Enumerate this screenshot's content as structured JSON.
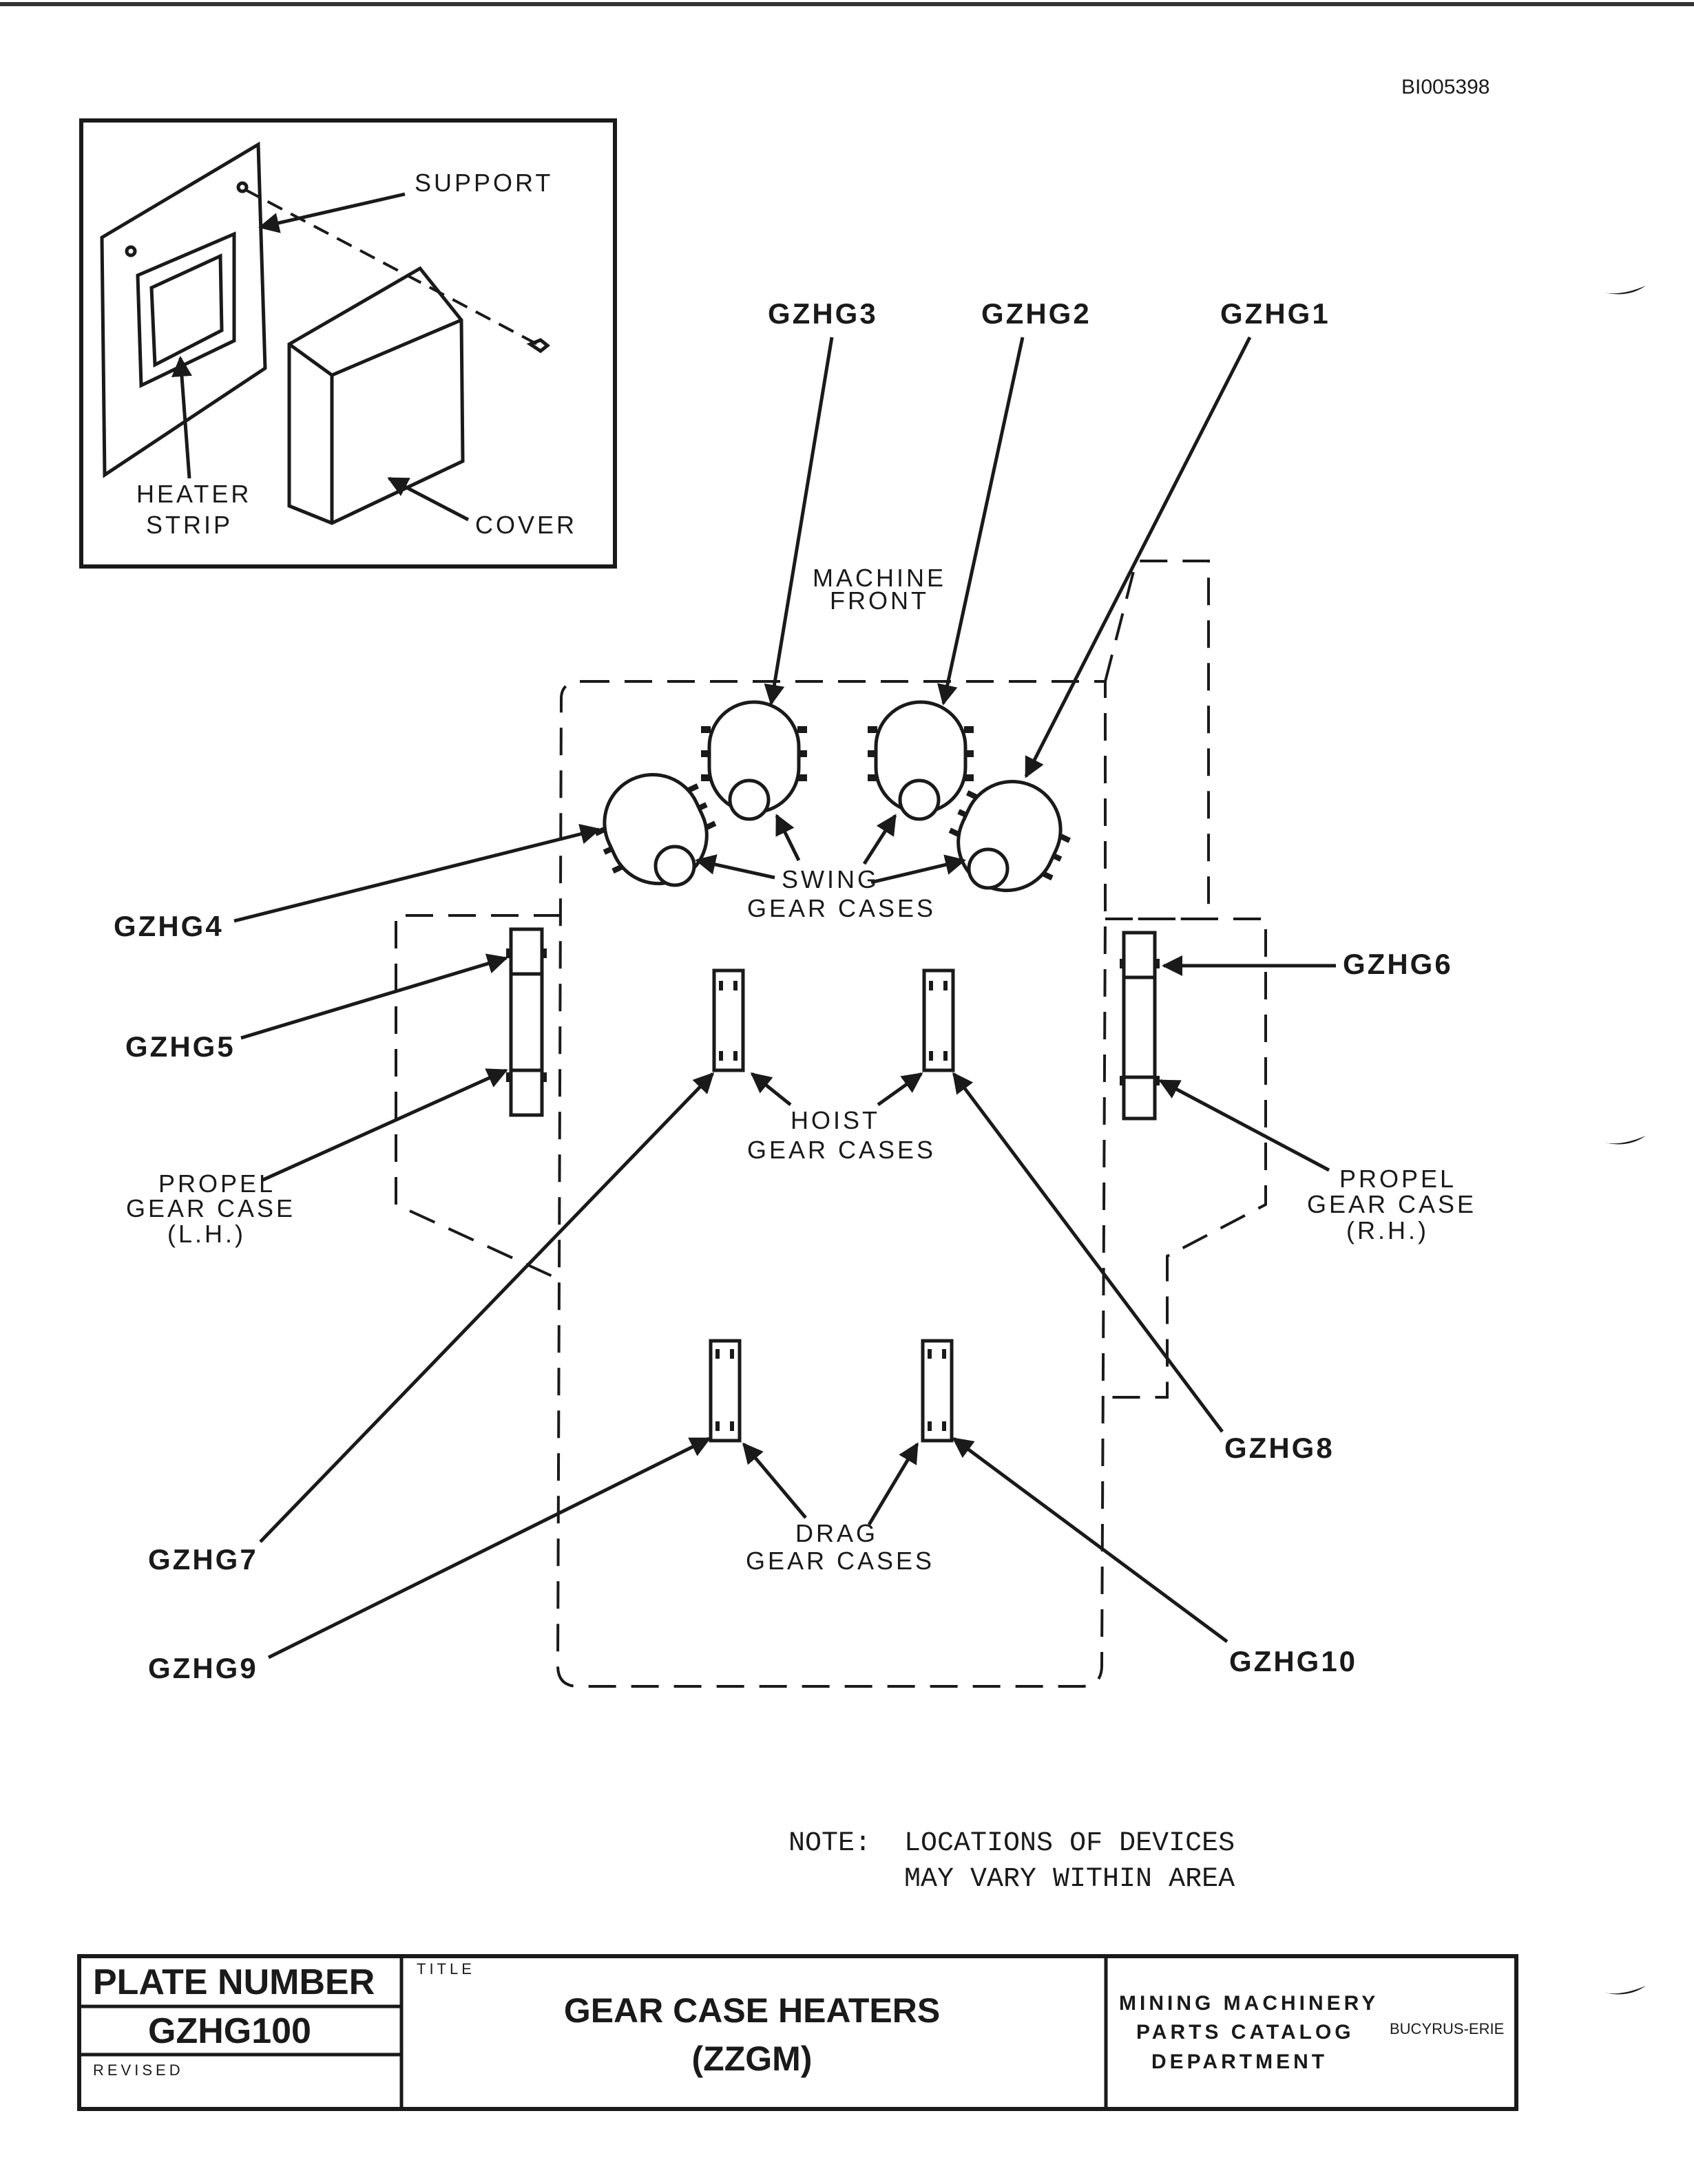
{
  "document_id": "BI005398",
  "inset": {
    "support_label": "SUPPORT",
    "heater_label_line1": "HEATER",
    "heater_label_line2": "STRIP",
    "cover_label": "COVER"
  },
  "machine_front_line1": "MACHINE",
  "machine_front_line2": "FRONT",
  "groups": {
    "swing_line1": "SWING",
    "swing_line2": "GEAR CASES",
    "hoist_line1": "HOIST",
    "hoist_line2": "GEAR CASES",
    "drag_line1": "DRAG",
    "drag_line2": "GEAR CASES",
    "propel_lh_line1": "PROPEL",
    "propel_lh_line2": "GEAR CASE",
    "propel_lh_line3": "(L.H.)",
    "propel_rh_line1": "PROPEL",
    "propel_rh_line2": "GEAR CASE",
    "propel_rh_line3": "(R.H.)"
  },
  "devices": {
    "gzhg1": "GZHG1",
    "gzhg2": "GZHG2",
    "gzhg3": "GZHG3",
    "gzhg4": "GZHG4",
    "gzhg5": "GZHG5",
    "gzhg6": "GZHG6",
    "gzhg7": "GZHG7",
    "gzhg8": "GZHG8",
    "gzhg9": "GZHG9",
    "gzhg10": "GZHG10"
  },
  "note_line1": "NOTE:  LOCATIONS OF DEVICES",
  "note_line2": "MAY VARY WITHIN AREA",
  "title_block": {
    "plate_number_label": "PLATE NUMBER",
    "plate_number": "GZHG100",
    "revised_label": "REVISED",
    "title_label": "TITLE",
    "title_line1": "GEAR CASE HEATERS",
    "title_line2": "(ZZGM)",
    "dept_line1": "MINING MACHINERY",
    "dept_line2": "PARTS CATALOG",
    "dept_line3": "DEPARTMENT",
    "company": "BUCYRUS-ERIE"
  }
}
